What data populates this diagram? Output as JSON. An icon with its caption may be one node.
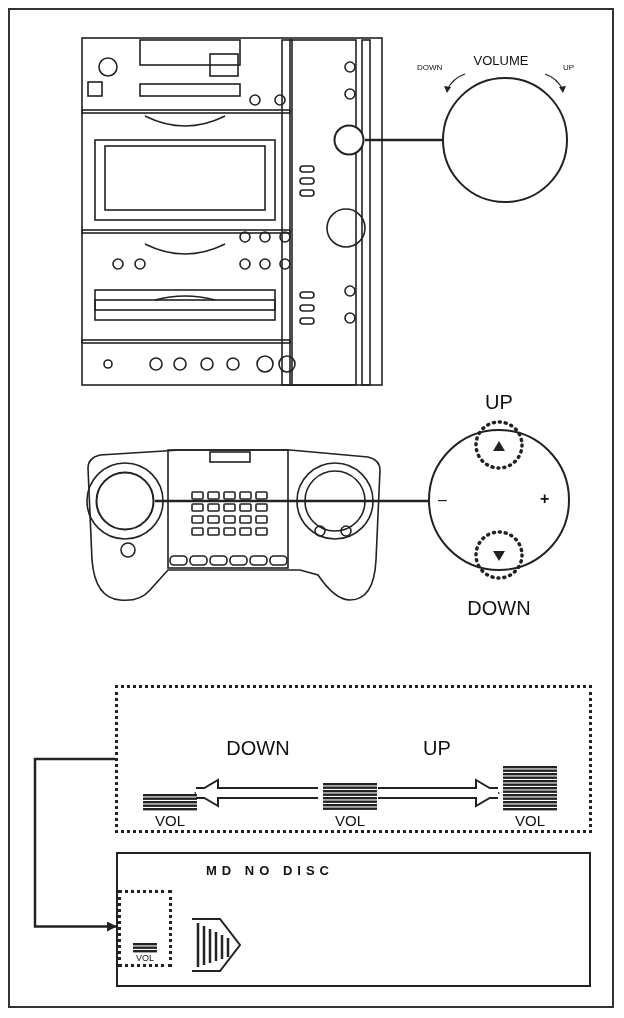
{
  "diagram": {
    "nodes": [
      {
        "text": [],
        "shape": "circle"
      },
      {
        "text": [
          "VOLUME",
          "DOWN",
          "UP"
        ]
      },
      {
        "text": [],
        "shape": "circle"
      },
      {
        "text": [
          "UP",
          "–",
          "+",
          "DOWN"
        ]
      },
      {
        "text": [],
        "shape": "box"
      },
      {
        "text": [
          "VOL"
        ],
        "in": 4
      },
      {
        "text": [
          "VOL"
        ],
        "in": 4
      },
      {
        "text": [
          "VOL"
        ],
        "in": 4
      },
      {
        "text": [
          "MD NO DISC"
        ]
      },
      {
        "text": [
          "VOL"
        ],
        "in": 8
      }
    ],
    "edges": [
      {
        "from": 0,
        "to": 1,
        "arrow": "none"
      },
      {
        "from": 2,
        "to": 3,
        "arrow": "none"
      },
      {
        "from": 6,
        "to": 5,
        "arrow": "to",
        "label": "DOWN",
        "style": "thick"
      },
      {
        "from": 6,
        "to": 7,
        "arrow": "to",
        "label": "UP",
        "style": "thick"
      },
      {
        "from": 4,
        "to": 9,
        "arrow": "to"
      }
    ]
  }
}
